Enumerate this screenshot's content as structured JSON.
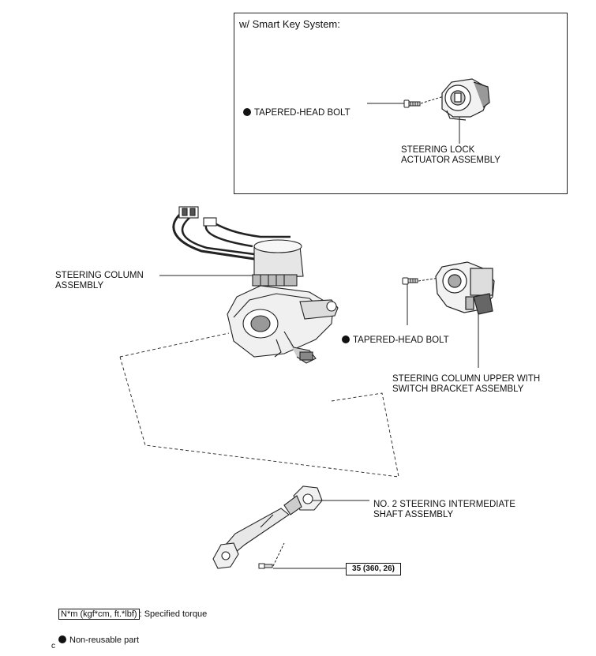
{
  "inset": {
    "title": "w/ Smart Key System:",
    "bolt_label": "TAPERED-HEAD BOLT",
    "actuator_label": "STEERING LOCK\nACTUATOR ASSEMBLY"
  },
  "main": {
    "column_label": "STEERING COLUMN\nASSEMBLY",
    "bolt_label": "TAPERED-HEAD BOLT",
    "upper_bracket_label": "STEERING COLUMN UPPER WITH\nSWITCH BRACKET ASSEMBLY",
    "shaft_label": "NO. 2 STEERING INTERMEDIATE\nSHAFT ASSEMBLY",
    "torque_value": "35 (360, 26)"
  },
  "legend": {
    "torque_units": "N*m (kgf*cm, ft.*lbf)",
    "torque_text": ": Specified torque",
    "nonreusable_text": "Non-reusable part"
  },
  "footer": {
    "code": "c"
  }
}
